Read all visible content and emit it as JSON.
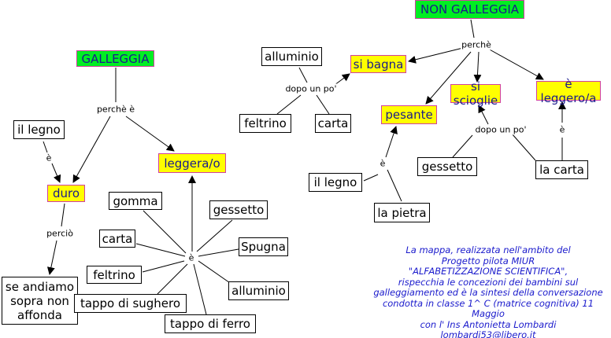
{
  "left": {
    "galleggia": "GALLEGGIA",
    "perche_e": "perchè è",
    "il_legno": "il legno",
    "e1": "è",
    "duro": "duro",
    "percio": "perciò",
    "conclusion": "se andiamo sopra non affonda",
    "leggera": "leggera/o",
    "e_center": "è",
    "materials": [
      "gomma",
      "gessetto",
      "carta",
      "Spugna",
      "feltrino",
      "alluminio",
      "tappo di sughero",
      "tappo di ferro"
    ]
  },
  "right": {
    "non_galleggia": "NON GALLEGGIA",
    "perche": "perchè",
    "si_bagna": "si bagna",
    "pesante": "pesante",
    "si_scioglie": "si scioglie",
    "e_leggero": "è leggero/a",
    "alluminio": "alluminio",
    "dopo1": "dopo un po'",
    "feltrino": "feltrino",
    "carta": "carta",
    "dopo2": "dopo un po'",
    "e_right": "è",
    "gessetto": "gessetto",
    "la_carta": "la carta",
    "e_pesante": "è",
    "il_legno": "il legno",
    "la_pietra": "la pietra"
  },
  "caption": [
    "La mappa, realizzata nell'ambito del",
    "Progetto pilota MIUR",
    "\"ALFABETIZZAZIONE SCIENTIFICA\",",
    "rispecchia le concezioni dei bambini sul",
    "galleggiamento ed è la sintesi della conversazione",
    "condotta in classe 1^ C (matrice cognitiva) 11 Maggio",
    "con l' Ins Antonietta Lombardi",
    "lombardi53@libero.it"
  ]
}
